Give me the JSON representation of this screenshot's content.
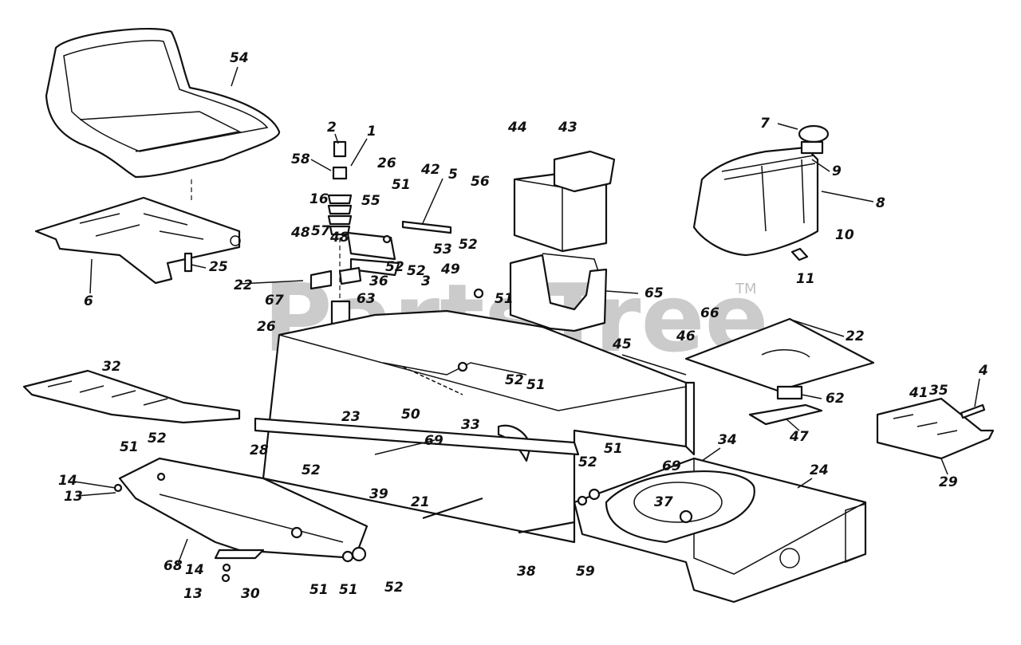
{
  "watermark": {
    "text": "PartsTree",
    "trademark": "TM"
  },
  "callouts": {
    "c54": "54",
    "c1": "1",
    "c2": "2",
    "c58": "58",
    "c16": "16",
    "c26a": "26",
    "c55": "55",
    "c51a": "51",
    "c42": "42",
    "c5": "5",
    "c56": "56",
    "c44": "44",
    "c43": "43",
    "c7": "7",
    "c9": "9",
    "c8": "8",
    "c10": "10",
    "c11": "11",
    "c6": "6",
    "c25": "25",
    "c48a": "48",
    "c57": "57",
    "c48b": "48",
    "c52a": "52",
    "c53": "53",
    "c52b": "52",
    "c36": "36",
    "c3": "3",
    "c49": "49",
    "c51b": "51",
    "c65": "65",
    "c22a": "22",
    "c67": "67",
    "c63": "63",
    "c26b": "26",
    "c66": "66",
    "c46": "46",
    "c22b": "22",
    "c45": "45",
    "c32": "32",
    "c52c": "52",
    "c51c": "51",
    "c62": "62",
    "c23": "23",
    "c50": "50",
    "c33": "33",
    "c4": "4",
    "c41": "41",
    "c35": "35",
    "c47": "47",
    "c29": "29",
    "c69a": "69",
    "c34": "34",
    "c24": "24",
    "c51d": "51",
    "c52d": "52",
    "c28": "28",
    "c14a": "14",
    "c13a": "13",
    "c52e": "52",
    "c51e": "51",
    "c39": "39",
    "c21": "21",
    "c69b": "69",
    "c37": "37",
    "c68": "68",
    "c14b": "14",
    "c13b": "13",
    "c30": "30",
    "c51f": "51",
    "c51g": "51",
    "c52f": "52",
    "c38": "38",
    "c59": "59"
  }
}
